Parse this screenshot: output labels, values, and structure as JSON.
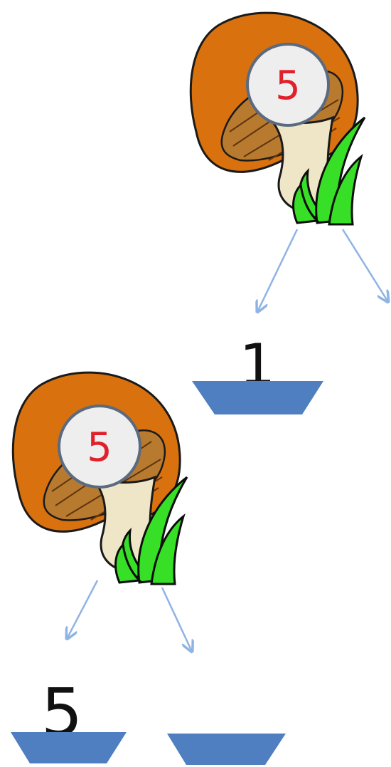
{
  "scene": {
    "upper_mushroom": {
      "number": "5"
    },
    "upper_bowl_right": {
      "value": "1"
    },
    "lower_mushroom": {
      "number": "5"
    },
    "lower_bowl_left": {
      "value": "5"
    },
    "lower_bowl_right": {
      "value": ""
    }
  },
  "colors": {
    "cap": "#d9710e",
    "cap_outline": "#1a1a1a",
    "gills": "#9a5a1a",
    "stem": "#efe6c8",
    "badge_fill": "#eeeeee",
    "badge_outline": "#5a6a80",
    "badge_text": "#e0202a",
    "grass": "#37e027",
    "arrow": "#8fb3e3",
    "bowl": "#4f7fc0",
    "number": "#111111"
  }
}
